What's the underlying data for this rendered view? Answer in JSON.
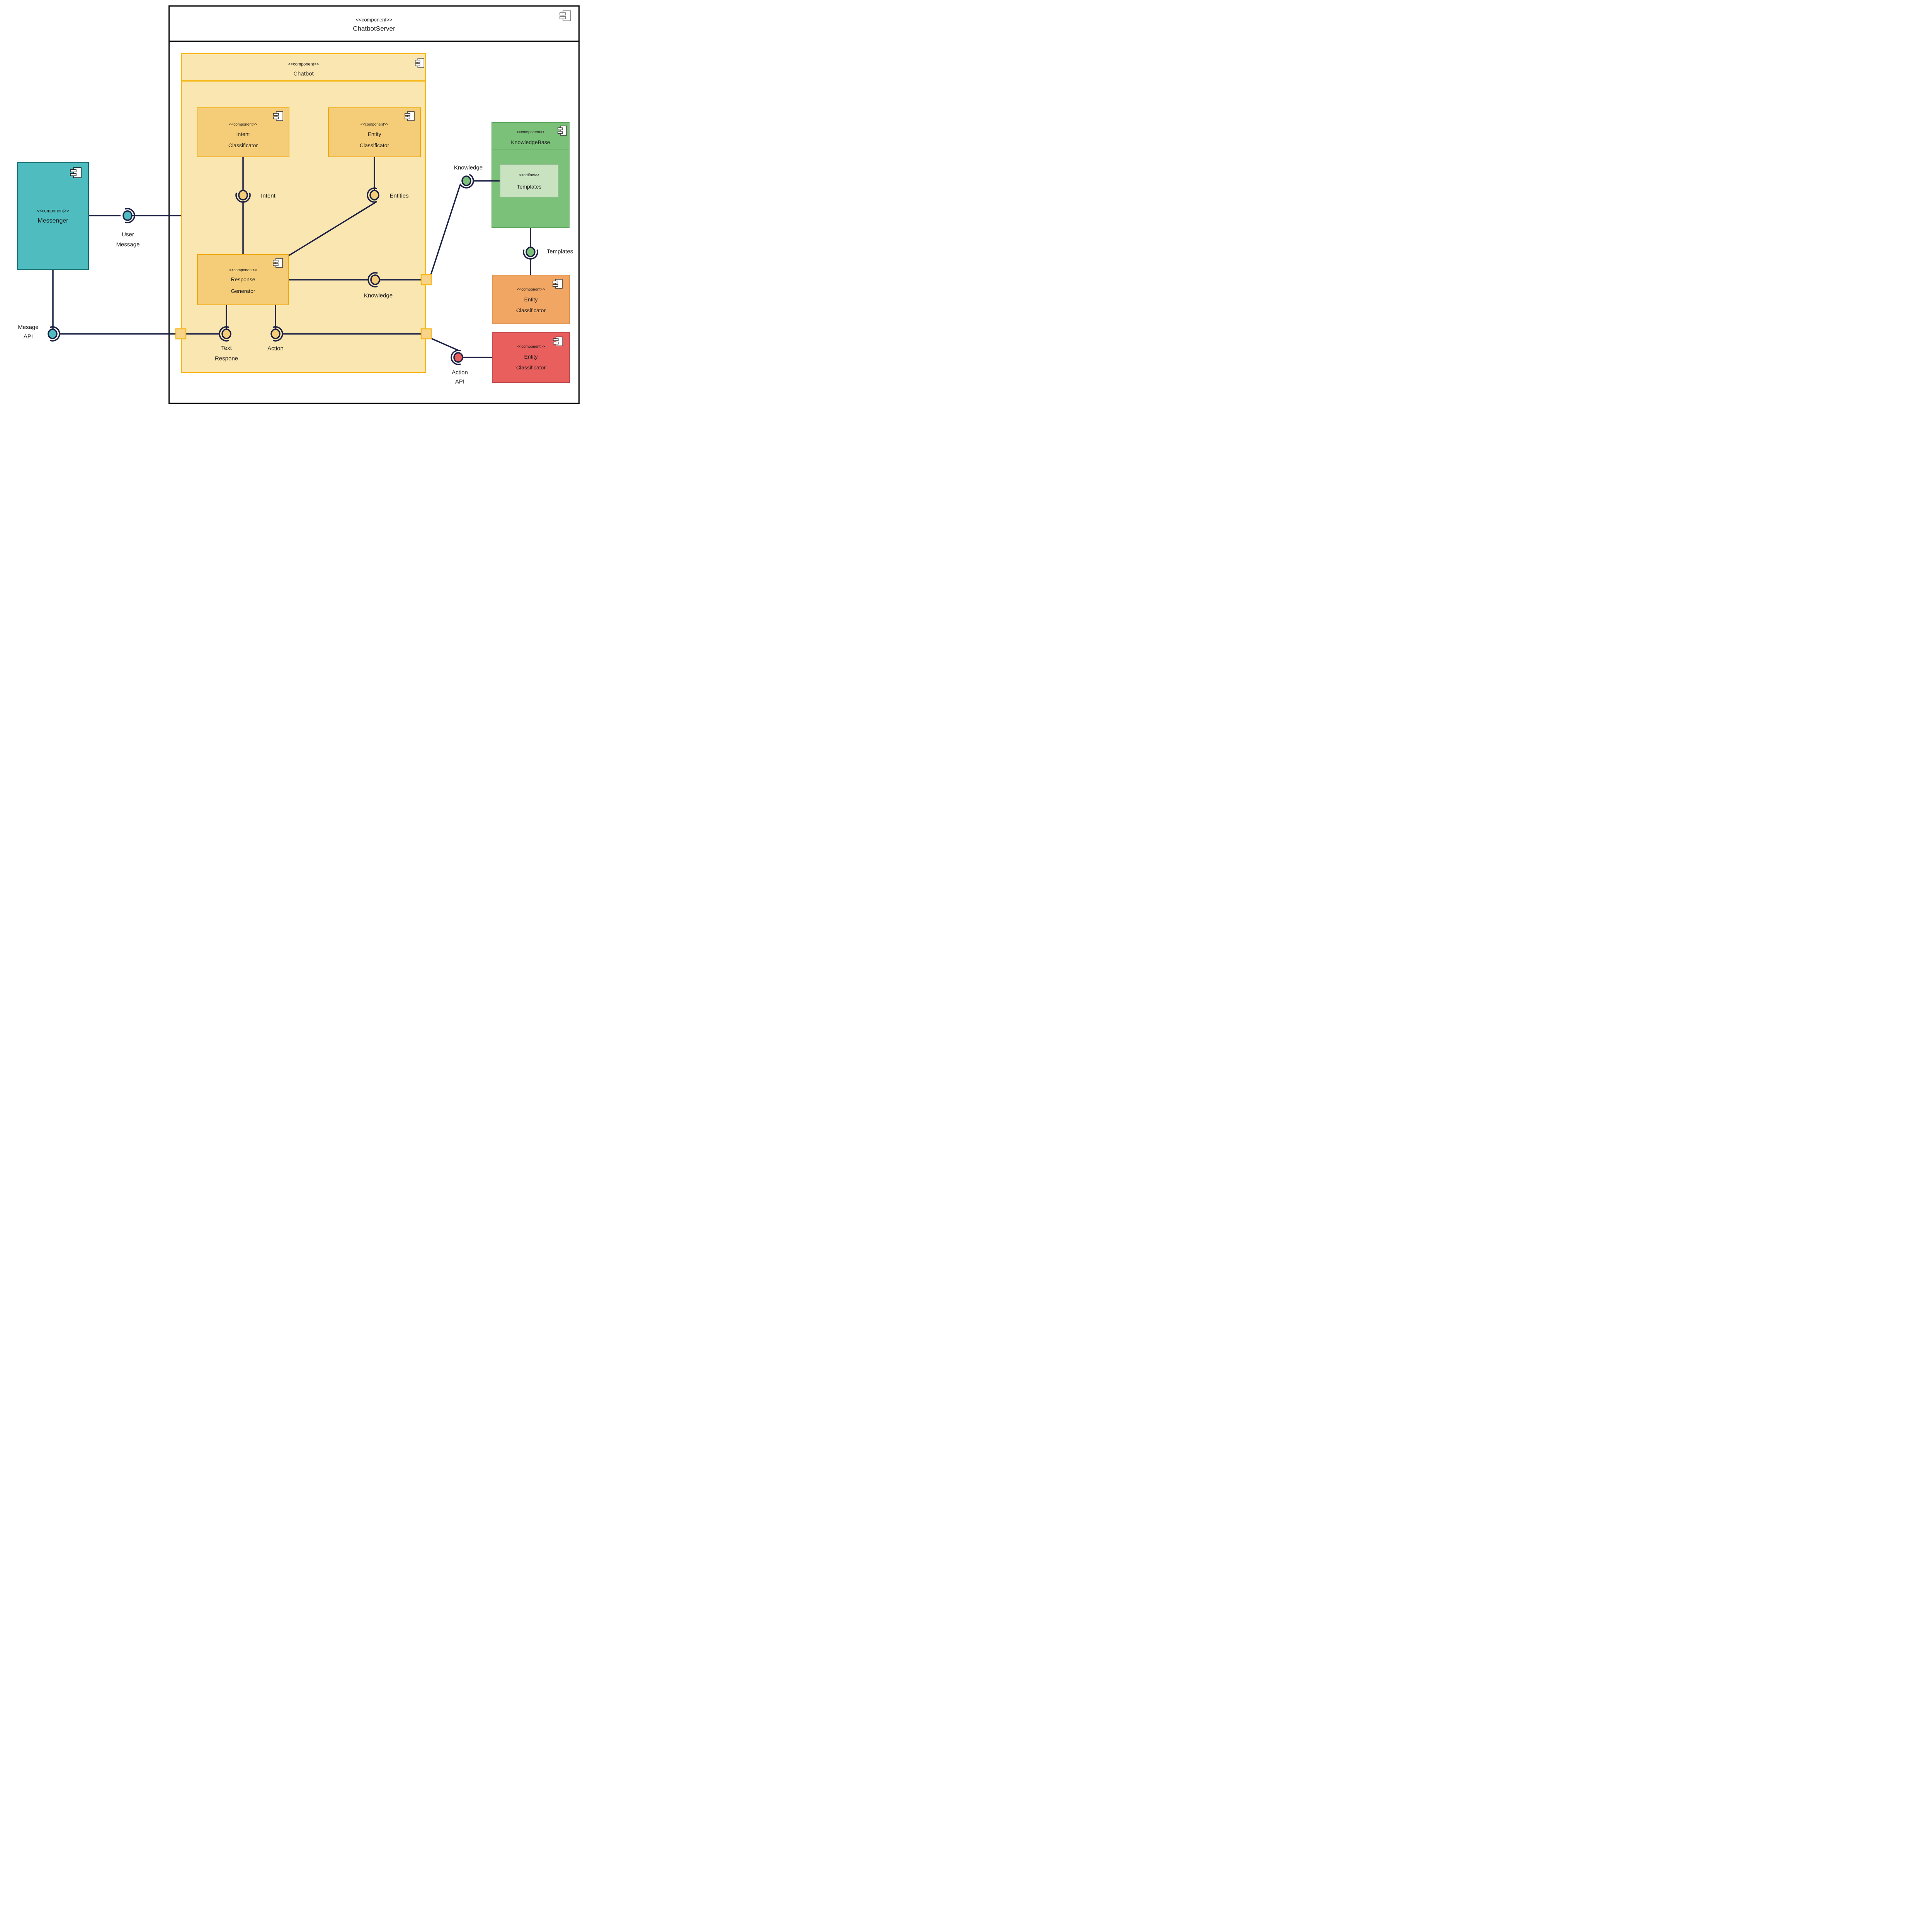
{
  "diagram": {
    "outer": {
      "stereotype": "<<component>>",
      "name": "ChatbotServer"
    },
    "chatbot": {
      "stereotype": "<<component>>",
      "name": "Chatbot"
    },
    "boxes": {
      "intent": {
        "stereotype": "<<component>>",
        "line1": "Intent",
        "line2": "Classificator"
      },
      "entity_top": {
        "stereotype": "<<component>>",
        "line1": "Entity",
        "line2": "Classificator"
      },
      "response": {
        "stereotype": "<<component>>",
        "line1": "Response",
        "line2": "Generator"
      },
      "messenger": {
        "stereotype": "<<component>>",
        "name": "Messenger"
      },
      "knowledge_base": {
        "stereotype": "<<component>>",
        "name": "KnowledgeBase"
      },
      "templates_artifact": {
        "stereotype": "<<artifact>>",
        "name": "Templates"
      },
      "entity_orange": {
        "stereotype": "<<component>>",
        "line1": "Entity",
        "line2": "Classificator"
      },
      "entity_red": {
        "stereotype": "<<component>>",
        "line1": "Entity",
        "line2": "Classificator"
      }
    },
    "interfaces": {
      "user_message": {
        "line1": "User",
        "line2": "Message"
      },
      "mesage_api": {
        "line1": "Mesage",
        "line2": "API"
      },
      "intent": {
        "label": "Intent"
      },
      "entities": {
        "label": "Entities"
      },
      "knowledge_mid": {
        "label": "Knowledge"
      },
      "knowledge_green": {
        "label": "Knowledge"
      },
      "templates": {
        "label": "Templates"
      },
      "text_respone": {
        "line1": "Text",
        "line2": "Respone"
      },
      "action": {
        "label": "Action"
      },
      "action_api": {
        "line1": "Action",
        "line2": "API"
      }
    },
    "colors": {
      "connector_navy": "#1c2144",
      "chatbot_fill": "#fae6b1",
      "chatbot_border": "#f6b40a",
      "gold_fill": "#f5cd78",
      "gold_border": "#f0a70a",
      "teal_fill": "#4fbdc0",
      "teal_border": "#186f74",
      "green_fill": "#7cc17a",
      "artifact_fill": "#c9e3c1",
      "orange_fill": "#f2a664",
      "red_fill": "#e95f5d",
      "outer_border": "#111111"
    }
  }
}
